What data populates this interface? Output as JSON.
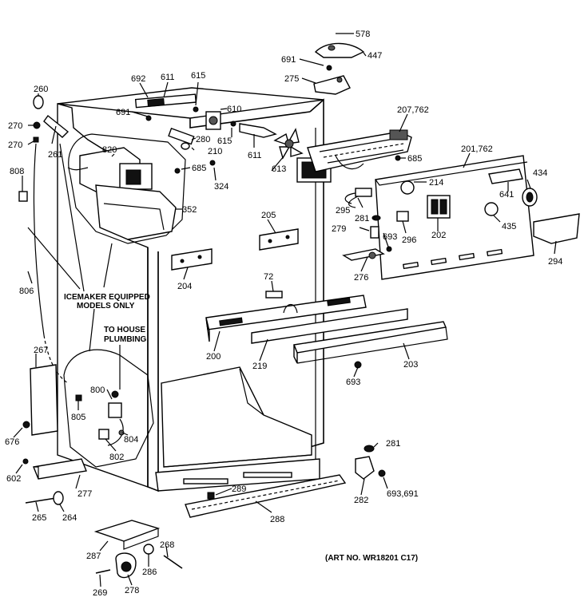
{
  "parts": {
    "p578": "578",
    "p447": "447",
    "p691a": "691",
    "p275": "275",
    "p692": "692",
    "p611a": "611",
    "p615a": "615",
    "p691b": "691",
    "p610": "610",
    "p615b": "615",
    "p611b": "611",
    "p207": "207,762",
    "p201": "201,762",
    "p260": "260",
    "p270a": "270",
    "p270b": "270",
    "p261": "261",
    "p820": "820",
    "p280": "280",
    "p210": "210",
    "p685a": "685",
    "p324": "324",
    "p613": "613",
    "p685b": "685",
    "p214": "214",
    "p434": "434",
    "p641": "641",
    "p808": "808",
    "p352": "352",
    "p295": "295",
    "p281a": "281",
    "p205": "205",
    "p279": "279",
    "p693a": "693",
    "p296": "296",
    "p202": "202",
    "p435": "435",
    "p294": "294",
    "p806": "806",
    "p204": "204",
    "p276": "276",
    "p72": "72",
    "p267": "267",
    "p200": "200",
    "p219": "219",
    "p203": "203",
    "p693b": "693",
    "p800": "800",
    "p805": "805",
    "p804": "804",
    "p802": "802",
    "p676": "676",
    "p281b": "281",
    "p602": "602",
    "p277": "277",
    "p289": "289",
    "p282": "282",
    "p693c": "693,691",
    "p265": "265",
    "p264": "264",
    "p288": "288",
    "p268": "268",
    "p287": "287",
    "p286": "286",
    "p269": "269",
    "p278": "278"
  },
  "notes": {
    "icemaker_line1": "ICEMAKER EQUIPPED",
    "icemaker_line2": "MODELS ONLY",
    "plumbing_line1": "TO HOUSE",
    "plumbing_line2": "PLUMBING",
    "art_no": "(ART NO. WR18201 C17)"
  }
}
